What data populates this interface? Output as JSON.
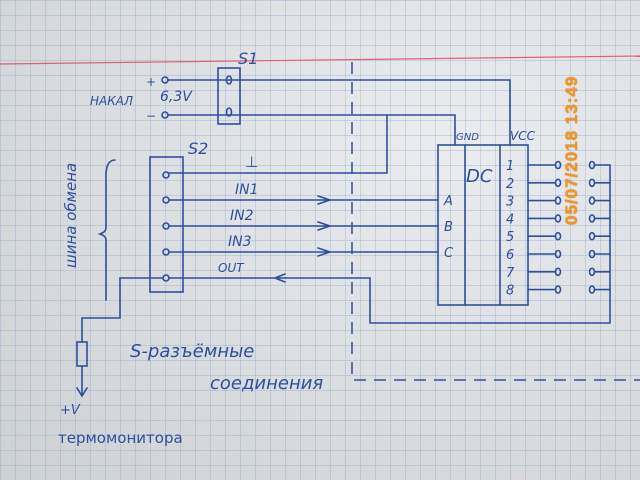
{
  "labels": {
    "s1": "S1",
    "s2": "S2",
    "nakal": "НАКАЛ",
    "voltage": "6,3V",
    "plus": "+",
    "minus": "−",
    "ground": "⊥",
    "in1": "IN1",
    "in2": "IN2",
    "in3": "IN3",
    "out": "OUT",
    "gnd": "GND",
    "vcc": "VCC",
    "dc": "DC",
    "a": "A",
    "b": "B",
    "c": "C",
    "pins": [
      "1",
      "2",
      "3",
      "4",
      "5",
      "6",
      "7",
      "8"
    ],
    "bus": "шина обмена",
    "connectors_1": "S-разъёмные",
    "connectors_2": "соединения",
    "plus_v": "+V",
    "thermo": "термомонитора"
  },
  "timestamp": "05/07/2018  13:49",
  "colors": {
    "ink": "#2f4f9e",
    "stamp": "#f7941d",
    "margin": "#e06070"
  }
}
